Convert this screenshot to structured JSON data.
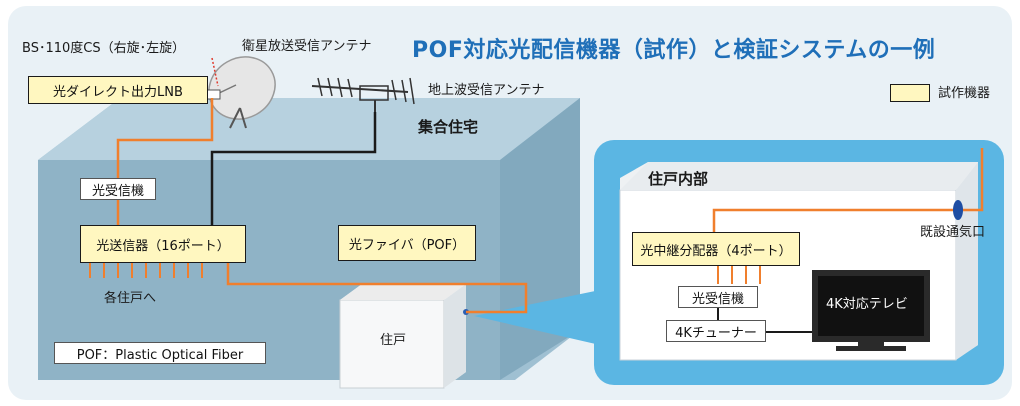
{
  "title": "POF対応光配信機器（試作）と検証システムの一例",
  "legend": {
    "label": "試作機器",
    "color": "#fff7c0"
  },
  "labels": {
    "bs_cs": "BS･110度CS（右旋･左旋）",
    "satellite_antenna": "衛星放送受信アンテナ",
    "terrestrial_antenna": "地上波受信アンテナ",
    "apartment": "集合住宅",
    "to_each_unit": "各住戸へ",
    "dwelling_interior": "住戸内部",
    "existing_vent": "既設通気口",
    "unit": "住戸",
    "pof_note": "POF：Plastic Optical Fiber"
  },
  "devices": {
    "lnb": "光ダイレクト出力LNB",
    "optical_receiver_top": "光受信機",
    "optical_transmitter": "光送信器（16ポート）",
    "optical_fiber": "光ファイバ（POF）",
    "optical_splitter": "光中継分配器（4ポート）",
    "optical_receiver_home": "光受信機",
    "tuner_4k": "4Kチューナー",
    "tv_4k": "4K対応テレビ"
  },
  "colors": {
    "fiber": "#f07f2d",
    "title": "#1f6fb8",
    "building": "#8fb3c6",
    "bubble": "#5bb6e3",
    "background": "#e9f1f6"
  }
}
